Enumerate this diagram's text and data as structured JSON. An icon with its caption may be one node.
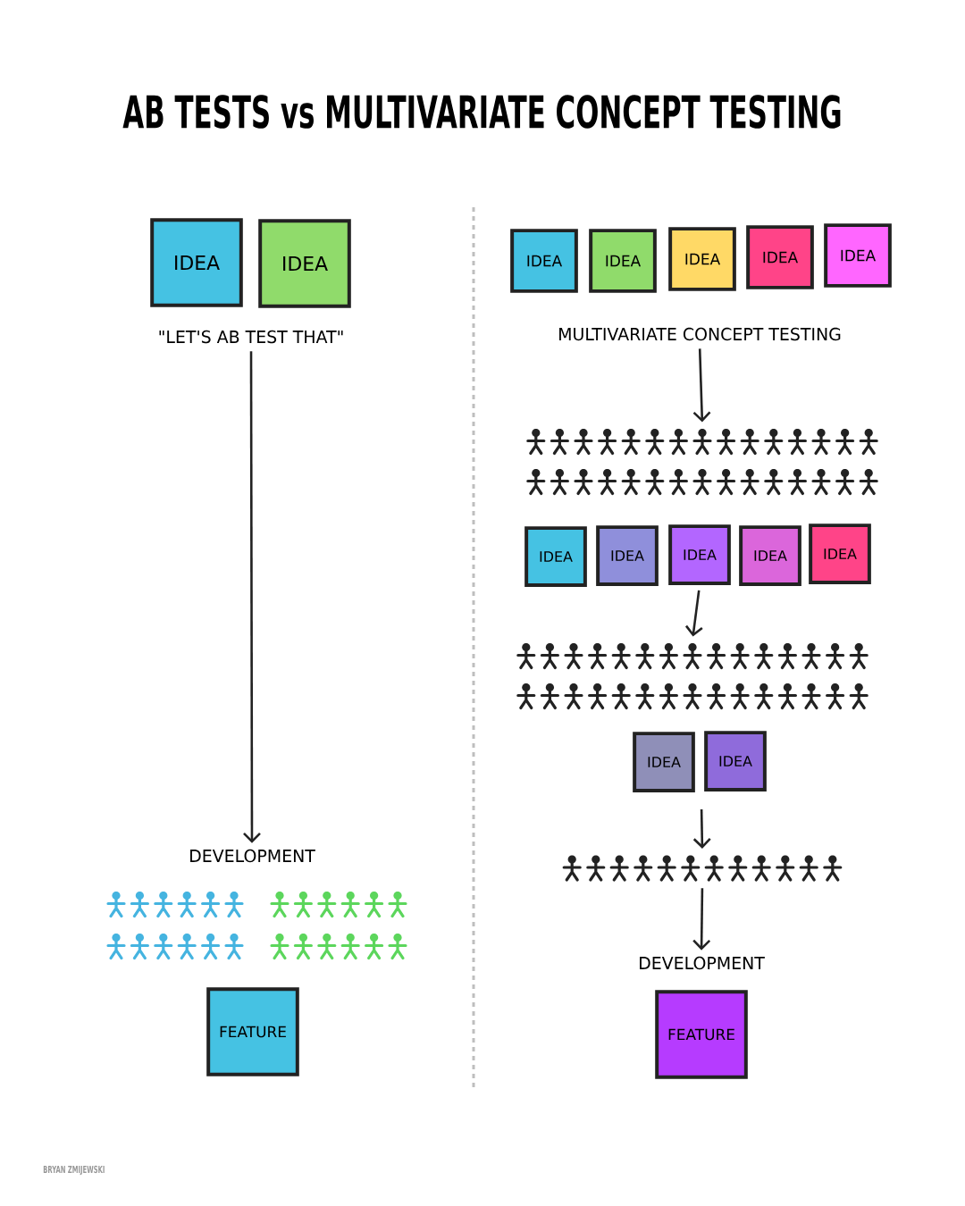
{
  "diagram": {
    "title": "AB TESTS vs MULTIVARIATE CONCEPT TESTING",
    "nodes": [
      {
        "text": [
          "IDEA"
        ]
      },
      {
        "text": [
          "IDEA"
        ]
      },
      {
        "text": [
          "\"LET'S AB TEST THAT\""
        ]
      },
      {
        "text": [
          "DEVELOPMENT"
        ]
      },
      {
        "text": [
          "FEATURE"
        ]
      },
      {
        "text": [
          "IDEA"
        ]
      },
      {
        "text": [
          "IDEA"
        ]
      },
      {
        "text": [
          "IDEA"
        ]
      },
      {
        "text": [
          "IDEA"
        ]
      },
      {
        "text": [
          "IDEA"
        ]
      },
      {
        "text": [
          "MULTIVARIATE CONCEPT TESTING"
        ]
      },
      {
        "text": [],
        "shape": "person"
      },
      {
        "text": [
          "IDEA"
        ]
      },
      {
        "text": [
          "IDEA"
        ]
      },
      {
        "text": [
          "IDEA"
        ]
      },
      {
        "text": [
          "IDEA"
        ]
      },
      {
        "text": [
          "IDEA"
        ]
      },
      {
        "text": [],
        "shape": "person"
      },
      {
        "text": [
          "IDEA"
        ]
      },
      {
        "text": [
          "IDEA"
        ]
      },
      {
        "text": [],
        "shape": "person"
      },
      {
        "text": [
          "DEVELOPMENT"
        ]
      },
      {
        "text": [
          "FEATURE"
        ]
      }
    ],
    "edges": [
      {
        "from": 2,
        "to": 3,
        "arrow": "to"
      },
      {
        "from": 10,
        "to": 11,
        "arrow": "to"
      },
      {
        "from": 14,
        "to": 17,
        "arrow": "to"
      },
      {
        "from": null,
        "to": 20,
        "arrow": "to"
      },
      {
        "from": 20,
        "to": 21,
        "arrow": "to"
      }
    ],
    "labels": [
      "BRYAN ZMIJEWSKI"
    ]
  }
}
